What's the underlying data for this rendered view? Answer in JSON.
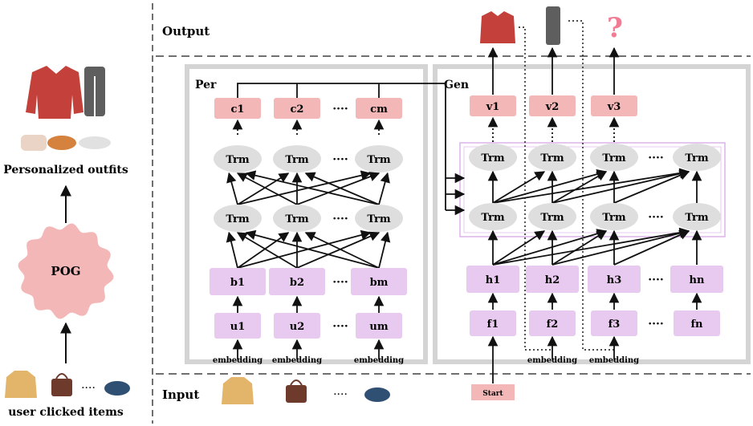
{
  "left_panel": {
    "result_label": "Personalized outfits",
    "model_label": "POG",
    "input_label": "user clicked items",
    "ellipsis": "····"
  },
  "sections": {
    "output_label": "Output",
    "input_label": "Input",
    "per_label": "Per",
    "gen_label": "Gen"
  },
  "per": {
    "c_nodes": [
      "c1",
      "c2",
      "cm"
    ],
    "trm_label": "Trm",
    "b_nodes": [
      "b1",
      "b2",
      "bm"
    ],
    "u_nodes": [
      "u1",
      "u2",
      "um"
    ],
    "embedding_label": "embedding",
    "ellipsis": "····"
  },
  "gen": {
    "v_nodes": [
      "v1",
      "v2",
      "v3"
    ],
    "trm_label": "Trm",
    "h_nodes": [
      "h1",
      "h2",
      "h3",
      "hn"
    ],
    "f_nodes": [
      "f1",
      "f2",
      "f3",
      "fn"
    ],
    "embedding_label": "embedding",
    "start_label": "Start",
    "unknown_symbol": "?",
    "ellipsis": "····"
  },
  "colors": {
    "pink": "#f4b7b7",
    "lavender": "#e8c9ef",
    "trm_gray": "#dedede",
    "frame_gray": "#d4d4d4",
    "dash_gray": "#707070",
    "shirt_red": "#c3413a",
    "jeans_gray": "#5e5e5e",
    "question_pink": "#f17c93",
    "sweater_tan": "#e3b56a",
    "bag_brown": "#6d3a2c",
    "beret_navy": "#2f4f73"
  }
}
